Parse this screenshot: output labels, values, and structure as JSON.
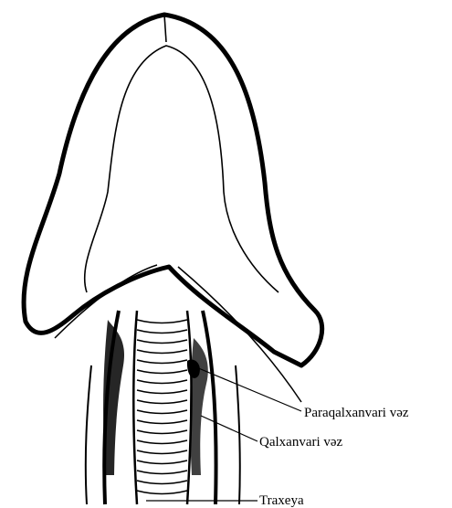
{
  "diagram": {
    "labels": {
      "parathyroid": "Paraqalxanvari vəz",
      "thyroid": "Qalxanvari vəz",
      "trachea": "Traxeya"
    },
    "colors": {
      "ink": "#000000",
      "paper": "#ffffff"
    }
  }
}
